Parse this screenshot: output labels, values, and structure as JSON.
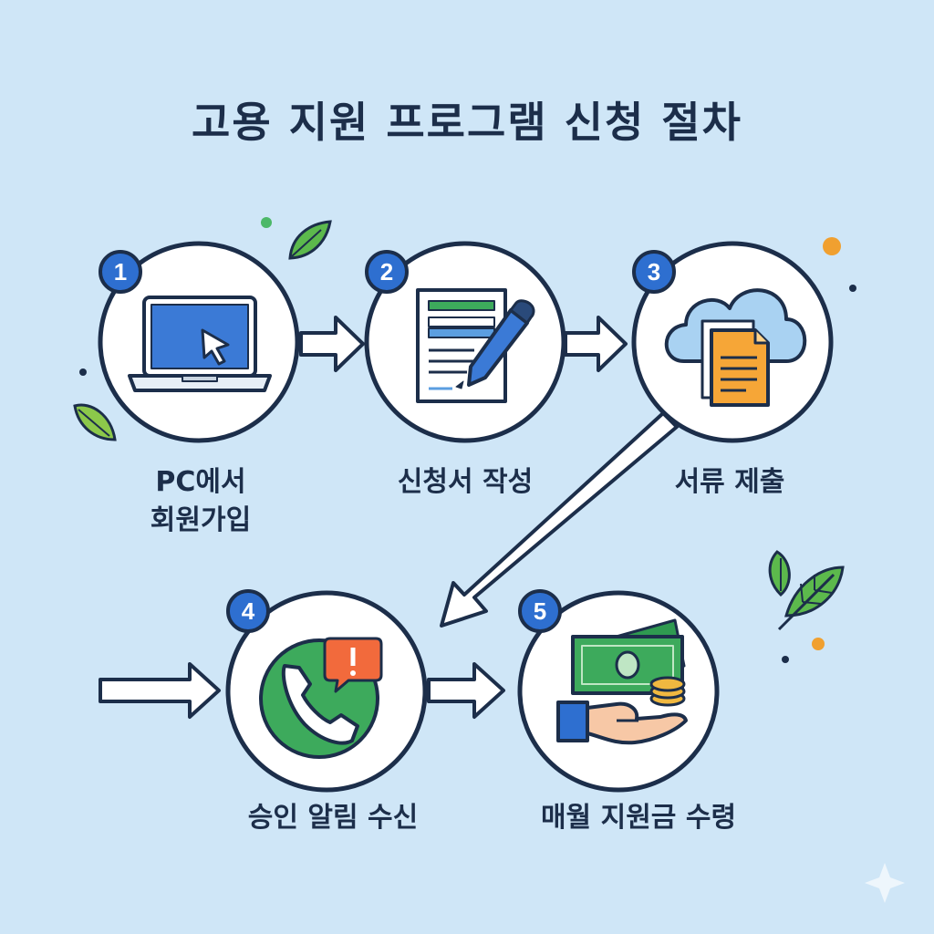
{
  "title": "고용 지원 프로그램 신청 절차",
  "steps": [
    {
      "number": "1",
      "label": "PC에서\n회원가입",
      "icon": "laptop-cursor-icon"
    },
    {
      "number": "2",
      "label": "신청서 작성",
      "icon": "form-pencil-icon"
    },
    {
      "number": "3",
      "label": "서류 제출",
      "icon": "cloud-documents-icon"
    },
    {
      "number": "4",
      "label": "승인 알림 수신",
      "icon": "phone-alert-icon"
    },
    {
      "number": "5",
      "label": "매월 지원금 수령",
      "icon": "money-hand-icon"
    }
  ],
  "colors": {
    "background": "#cfe6f7",
    "outline": "#1c2e4a",
    "badge": "#2e6fd0",
    "accent_green": "#3daa5c",
    "accent_orange": "#f0a030"
  }
}
